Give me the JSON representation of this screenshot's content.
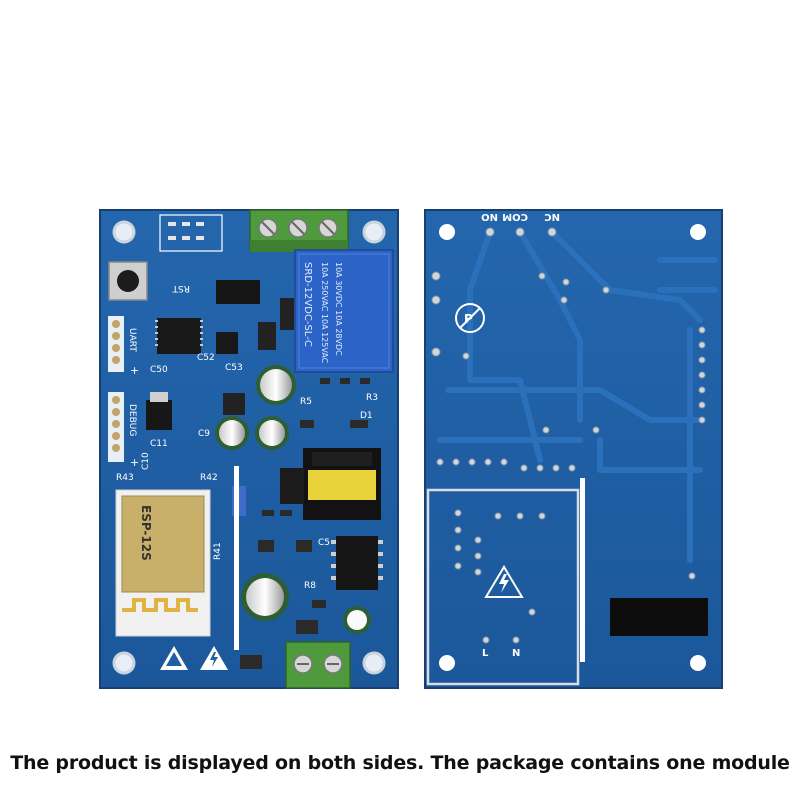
{
  "caption": "The product is displayed on both sides. The package contains one module",
  "front": {
    "module_label": "ESP-12S",
    "relay_text": "SRD-12VDC-SL-C",
    "relay_rating_1": "10A 250VAC 10A 125VAC",
    "relay_rating_2": "10A 30VDC 10A 28VDC",
    "header_uart": "UART",
    "header_debug": "DEBUG",
    "label_rst": "RST",
    "label_c53": "C53",
    "label_c52": "C52",
    "label_c50": "C50",
    "label_c11": "C11",
    "label_c10": "C10",
    "label_c9": "C9",
    "label_r43": "R43",
    "label_r42": "R42",
    "label_r41": "R41",
    "label_c5": "C5",
    "label_r8": "R8",
    "label_r5": "R5",
    "label_r3": "R3",
    "label_d1": "D1"
  },
  "back": {
    "label_no_top": "NO",
    "label_com": "COM",
    "label_nc": "NC",
    "label_l": "L",
    "label_n": "N"
  },
  "colors": {
    "pcb": "#1f5fa5",
    "pcb_dark": "#174a86",
    "terminal": "#4e9a3c",
    "relay": "#2c63c7"
  }
}
